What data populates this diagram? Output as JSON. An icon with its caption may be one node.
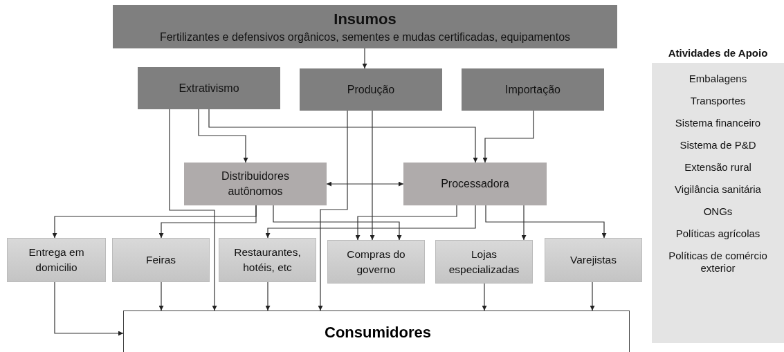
{
  "diagram": {
    "nodes": [
      {
        "text": [
          "Insumos",
          "Fertilizantes e defensivos orgânicos, sementes e mudas certificadas, equipamentos"
        ]
      },
      {
        "text": [
          "Extrativismo"
        ]
      },
      {
        "text": [
          "Produção"
        ]
      },
      {
        "text": [
          "Importação"
        ]
      },
      {
        "text": [
          "Distribuidores autônomos"
        ]
      },
      {
        "text": [
          "Processadora"
        ]
      },
      {
        "text": [
          "Entrega em domicilio"
        ]
      },
      {
        "text": [
          "Feiras"
        ]
      },
      {
        "text": [
          "Restaurantes, hotéis, etc"
        ]
      },
      {
        "text": [
          "Compras do governo"
        ]
      },
      {
        "text": [
          "Lojas especializadas"
        ]
      },
      {
        "text": [
          "Varejistas"
        ]
      },
      {
        "text": [
          "Consumidores"
        ]
      },
      {
        "text": [
          "Atividades de Apoio",
          "Embalagens",
          "Transportes",
          "Sistema financeiro",
          "Sistema de P&D",
          "Extensão rural",
          "Vigilância sanitária",
          "ONGs",
          "Políticas agrícolas",
          "Políticas de comércio exterior"
        ]
      }
    ],
    "edges": [
      {
        "from": 0,
        "to": 2,
        "arrow": "to"
      },
      {
        "from": 1,
        "to": 4,
        "arrow": "to"
      },
      {
        "from": 1,
        "to": 5,
        "arrow": "to"
      },
      {
        "from": 3,
        "to": 5,
        "arrow": "to"
      },
      {
        "from": 4,
        "to": 5,
        "arrow": "both"
      },
      {
        "from": 1,
        "to": 12,
        "arrow": "to"
      },
      {
        "from": 2,
        "to": 12,
        "arrow": "to"
      },
      {
        "from": 2,
        "to": 9,
        "arrow": "to"
      },
      {
        "from": 4,
        "to": 6,
        "arrow": "to"
      },
      {
        "from": 4,
        "to": 7,
        "arrow": "to"
      },
      {
        "from": 4,
        "to": 9,
        "arrow": "to"
      },
      {
        "from": 5,
        "to": 8,
        "arrow": "to"
      },
      {
        "from": 5,
        "to": 9,
        "arrow": "to"
      },
      {
        "from": 5,
        "to": 10,
        "arrow": "to"
      },
      {
        "from": 5,
        "to": 11,
        "arrow": "to"
      },
      {
        "from": 6,
        "to": 12,
        "arrow": "to"
      },
      {
        "from": 7,
        "to": 12,
        "arrow": "to"
      },
      {
        "from": 8,
        "to": 12,
        "arrow": "to"
      },
      {
        "from": 10,
        "to": 12,
        "arrow": "to"
      },
      {
        "from": 11,
        "to": 12,
        "arrow": "to"
      }
    ]
  }
}
